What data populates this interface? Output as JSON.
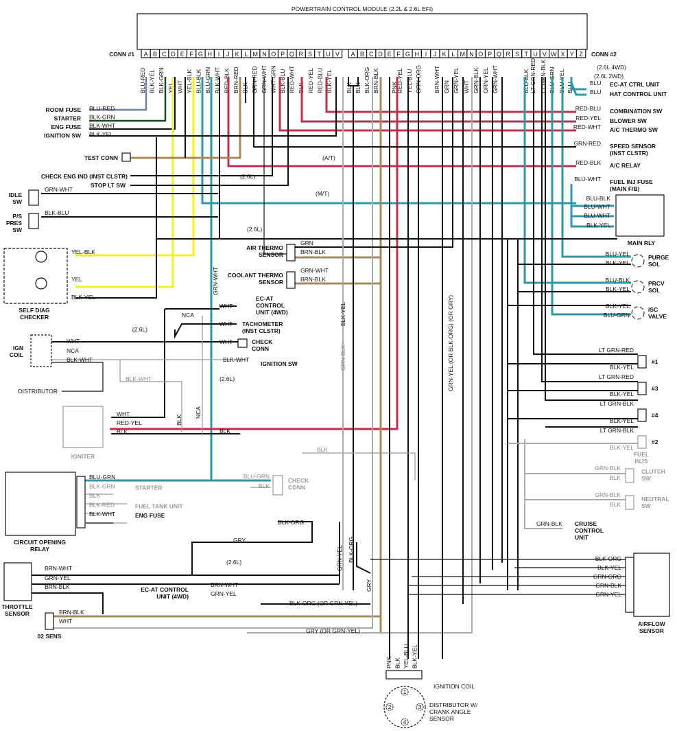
{
  "title": "POWERTRAIN CONTROL MODULE (2.2L & 2.6L EFI)",
  "colors": {
    "black": "#111111",
    "yellow": "#f2f21a",
    "teal": "#2a9aa8",
    "red": "#c0304e",
    "tan": "#a88a5a",
    "gray": "#b8b8b8",
    "purple_blue": "#7080a0"
  },
  "connectors": {
    "conn1_label": "CONN #1",
    "conn2_label": "CONN #2",
    "conn1_pins": [
      "A",
      "B",
      "C",
      "D",
      "E",
      "F",
      "G",
      "H",
      "I",
      "J",
      "K",
      "L",
      "M",
      "N",
      "O",
      "P",
      "Q",
      "R",
      "S",
      "T",
      "U",
      "V"
    ],
    "conn2_pins": [
      "A",
      "B",
      "C",
      "D",
      "E",
      "F",
      "G",
      "H",
      "I",
      "J",
      "K",
      "L",
      "M",
      "N",
      "O",
      "P",
      "Q",
      "R",
      "S",
      "T",
      "U",
      "V",
      "W",
      "X",
      "Y",
      "Z"
    ],
    "conn1_wires": [
      "BLU-RED",
      "BLK-YEL",
      "BLK-GRN",
      "YEL",
      "WHT",
      "YEL-BLK",
      "BLU-BLK",
      "BLU-GRN",
      "BLK-WHT",
      "RED-BLK",
      "BRN-RED",
      "BLK",
      "GRN-RED",
      "GRN-WHT",
      "WHT-GRN",
      "BLK-BLU",
      "RED-WHT",
      "BLK",
      "RED-YEL",
      "RED-BLU",
      "BLK-YEL"
    ],
    "conn2_wires": [
      "BLK",
      "BLK",
      "BLK-ORG",
      "BRN-BLK",
      "PNK",
      "RED-YEL",
      "YEL-BLU",
      "GRN-ORG",
      "BRN-WHT",
      "GRN",
      "GRN-YEL",
      "WHT",
      "GRN-BLK",
      "GRN-YEL",
      "GRN-WHT",
      "BLU-BLK",
      "LT GRN-RED",
      "LT GRN-BLK",
      "BLU-GRN",
      "BLU-YEL",
      "BLU"
    ]
  },
  "left_top": [
    {
      "wire": "BLU-RED",
      "dest": "ROOM FUSE"
    },
    {
      "wire": "BLK-GRN",
      "dest": "STARTER"
    },
    {
      "wire": "BLK-WHT",
      "dest": "ENG FUSE"
    },
    {
      "wire": "BLK-YEL",
      "dest": "IGNITION SW"
    }
  ],
  "test_conn": "TEST CONN",
  "check_eng_ind": "CHECK ENG IND (INST CLSTR)",
  "stop_lt_sw": "STOP LT SW",
  "idle_sw": {
    "label1": "IDLE",
    "label2": "SW",
    "wire": "GRN-WHT"
  },
  "ps_pres_sw": {
    "label1": "P/S",
    "label2": "PRES",
    "label3": "SW",
    "wire": "BLK-BLU"
  },
  "self_diag": {
    "label1": "SELF DIAG",
    "label2": "CHECKER",
    "wires": [
      "YEL-BLK",
      "YEL",
      "BLK-YEL"
    ]
  },
  "ign_coil": {
    "label1": "IGN",
    "label2": "COIL",
    "wires": [
      "WHT",
      "NCA",
      "BLK-WHT"
    ]
  },
  "distributor_label": "DISTRIBUTOR",
  "igniter": {
    "label": "IGNITER",
    "wires": [
      "WHT",
      "RED-YEL",
      "BLK"
    ]
  },
  "notes": {
    "a_t": "(A/T)",
    "m_t": "(M/T)",
    "l26": "(2.6L)",
    "nca": "NCA",
    "blk": "BLK",
    "blk_wht": "BLK-WHT",
    "grn_wht": "GRN-WHT",
    "blk_yel": "BLK-YEL",
    "grn_blk": "GRN-BLK",
    "alt_wire": "GRN-YEL (OR BLK-ORG) (OR GRY)",
    "gry": "GRY",
    "wht": "WHT"
  },
  "sensors_mid": {
    "air_thermo": {
      "label1": "AIR THERMO",
      "label2": "SENSOR",
      "wires": [
        "GRN",
        "BRN-BLK"
      ]
    },
    "coolant_thermo": {
      "label1": "COOLANT THERMO",
      "label2": "SENSOR",
      "wires": [
        "GRN-WHT",
        "BRN-BLK"
      ]
    },
    "ecat_4wd": {
      "label1": "EC-AT",
      "label2": "CONTROL",
      "label3": "UNIT (4WD)",
      "wire": "WHT"
    },
    "tach": {
      "label1": "TACHOMETER",
      "label2": "(INST CLSTR)",
      "wire": "WHT"
    },
    "check_conn": {
      "label1": "CHECK",
      "label2": "CONN",
      "wire": "WHT"
    },
    "ign_sw": {
      "label": "IGNITION SW",
      "wire": "BLK-WHT"
    }
  },
  "right_top": {
    "l26_4wd": "(2.6L 4WD)",
    "l26_2wd": "(2.6L 2WD)",
    "blu": "BLU",
    "ecat_ctrl": "EC-AT CTRL UNIT",
    "hat_ctrl": "HAT CONTROL UNIT",
    "items": [
      {
        "wire": "RED-BLU",
        "dest": "COMBINATION SW"
      },
      {
        "wire": "RED-YEL",
        "dest": "BLOWER SW"
      },
      {
        "wire": "RED-WHT",
        "dest": "A/C THERMO SW"
      },
      {
        "wire": "GRN-RED",
        "dest": "SPEED SENSOR",
        "dest2": "(INST CLSTR)"
      },
      {
        "wire": "RED-BLK",
        "dest": "A/C RELAY"
      },
      {
        "wire": "BLU-WHT",
        "dest": "FUEL INJ FUSE",
        "dest2": "(MAIN F/B)"
      }
    ]
  },
  "main_relay": {
    "label": "MAIN RLY",
    "wires": [
      "BLU-BLK",
      "BLU-WHT",
      "BLU-WHT",
      "BLK-YEL"
    ]
  },
  "solenoids": [
    {
      "label1": "PURGE",
      "label2": "SOL",
      "wires": [
        "BLU-YEL",
        "BLK-YEL"
      ]
    },
    {
      "label1": "PRCV",
      "label2": "SOL",
      "wires": [
        "BLU-BLK",
        "BLK-YEL"
      ]
    },
    {
      "label1": "ISC",
      "label2": "VALVE",
      "wires": [
        "BLK-YEL",
        "BLU-GRN"
      ]
    }
  ],
  "injectors": {
    "label1": "FUEL",
    "label2": "INJS",
    "items": [
      {
        "num": "#1",
        "wires": [
          "LT GRN-RED",
          "BLK-YEL"
        ]
      },
      {
        "num": "#3",
        "wires": [
          "LT GRN-RED",
          "BLK-YEL"
        ]
      },
      {
        "num": "#4",
        "wires": [
          "LT GRN-BLK",
          "BLK-YEL"
        ]
      },
      {
        "num": "#2",
        "wires": [
          "LT GRN-BLK",
          "BLK-YEL"
        ]
      }
    ]
  },
  "clutch_sw": {
    "label1": "CLUTCH",
    "label2": "SW",
    "wires": [
      "GRN-BLK",
      "BLK"
    ]
  },
  "neutral_sw": {
    "label1": "NEUTRAL",
    "label2": "SW",
    "wires": [
      "GRN-BLK",
      "BLK"
    ]
  },
  "cruise": {
    "label1": "CRUISE",
    "label2": "CONTROL",
    "label3": "UNIT",
    "wire": "GRN-BLK"
  },
  "check_conn_lower": {
    "label1": "CHECK",
    "label2": "CONN",
    "wires": [
      "BLU-GRN",
      "BLK"
    ]
  },
  "circuit_relay": {
    "label1": "CIRCUIT OPENING",
    "label2": "RELAY",
    "items": [
      {
        "wire": "BLU-GRN",
        "dest": ""
      },
      {
        "wire": "BLK-GRN",
        "dest": "STARTER"
      },
      {
        "wire": "BLK",
        "dest": ""
      },
      {
        "wire": "BLK-RED",
        "dest": "FUEL TANK UNIT"
      },
      {
        "wire": "BLK-WHT",
        "dest": "ENG FUSE"
      }
    ]
  },
  "throttle": {
    "label1": "THROTTLE",
    "label2": "SENSOR",
    "wires": [
      "BRN-WHT",
      "GRN-YEL",
      "BRN-BLK"
    ]
  },
  "o2": {
    "label": "02 SENS",
    "wires": [
      "BRN-BLK",
      "WHT"
    ]
  },
  "ecat_lower": {
    "label1": "EC-AT CONTROL",
    "label2": "UNIT (4WD)",
    "wires": [
      "BRN-WHT",
      "GRN-YEL"
    ]
  },
  "lower_mid": {
    "blk_org": "BLK-ORG",
    "gry": "GRY",
    "grn_yel": "GRN-YEL",
    "blk_org2": "BLK-ORG",
    "alt1": "BLK-ORG (OR GRN-YEL)",
    "alt2": "GRY (OR GRN-YEL)",
    "l26": "(2.6L)"
  },
  "airflow": {
    "label1": "AIRFLOW",
    "label2": "SENSOR",
    "wires": [
      "BLK-ORG",
      "BLK-YEL",
      "GRN-ORG",
      "GRN-BLK",
      "GRN-YEL"
    ]
  },
  "distributor_bottom": {
    "wires": [
      "PNK",
      "BLK",
      "YEL-BLU",
      "BLK-YEL"
    ],
    "ign_coil": "IGNITION COIL",
    "label1": "DISTRIBUTOR W/",
    "label2": "CRANK ANGLE",
    "label3": "SENSOR",
    "cyl": [
      "1",
      "2",
      "3",
      "4"
    ]
  }
}
